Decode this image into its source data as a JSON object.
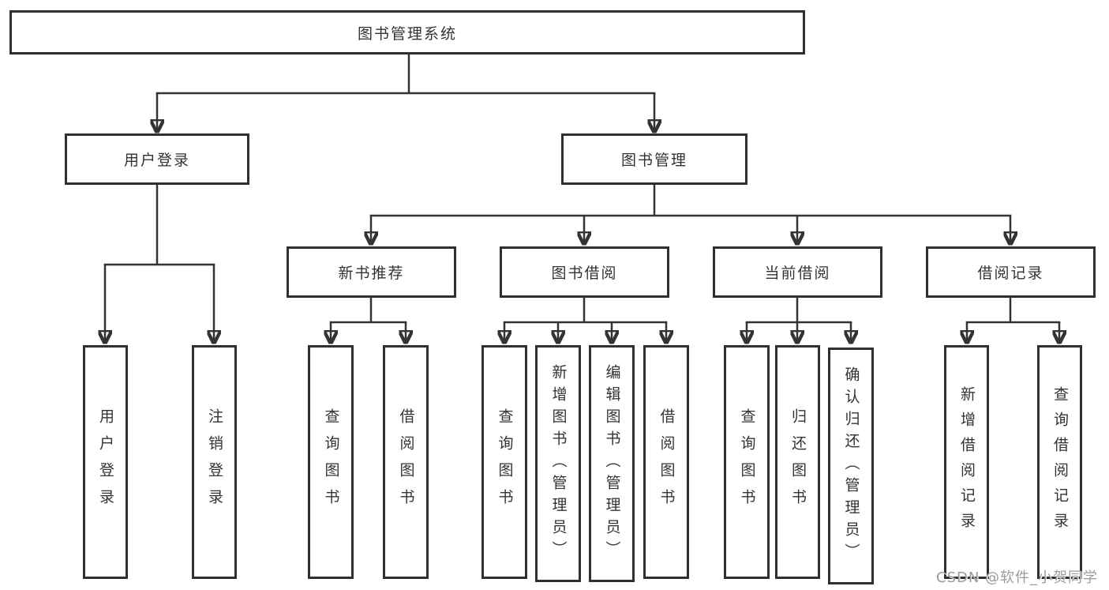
{
  "tree": {
    "root": {
      "label": "图书管理系统"
    },
    "level2": [
      {
        "label": "用户登录",
        "leaves": [
          {
            "label": "用户登录"
          },
          {
            "label": "注销登录"
          }
        ]
      },
      {
        "label": "图书管理",
        "modules": [
          {
            "label": "新书推荐",
            "leaves": [
              {
                "label": "查询图书"
              },
              {
                "label": "借阅图书"
              }
            ]
          },
          {
            "label": "图书借阅",
            "leaves": [
              {
                "label": "查询图书"
              },
              {
                "label": "新增图书（管理员）"
              },
              {
                "label": "编辑图书（管理员）"
              },
              {
                "label": "借阅图书"
              }
            ]
          },
          {
            "label": "当前借阅",
            "leaves": [
              {
                "label": "查询图书"
              },
              {
                "label": "归还图书"
              },
              {
                "label": "确认归还（管理员）"
              }
            ]
          },
          {
            "label": "借阅记录",
            "leaves": [
              {
                "label": "新增借阅记录"
              },
              {
                "label": "查询借阅记录"
              }
            ]
          }
        ]
      }
    ]
  },
  "watermark": {
    "text": "CSDN @软件_小贺同学"
  },
  "colors": {
    "line": "#333333",
    "box_border": "#2f2f2f",
    "text": "#333333",
    "background": "#ffffff",
    "watermark": "#9b9b9b"
  }
}
